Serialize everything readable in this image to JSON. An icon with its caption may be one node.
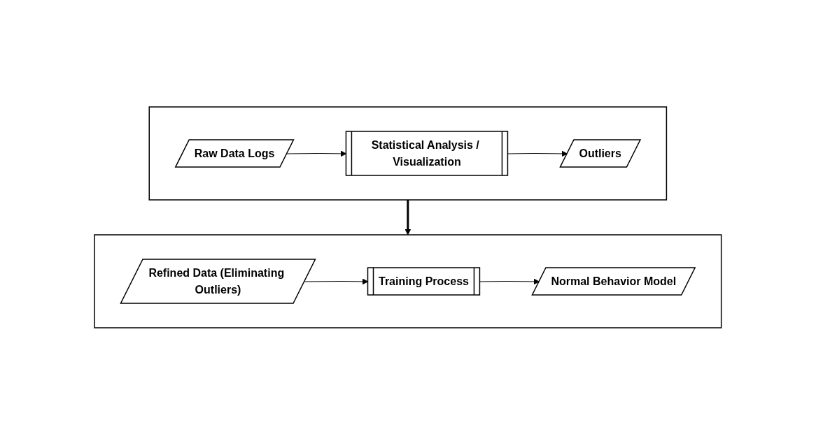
{
  "diagram": {
    "nodes": [
      {
        "text": [],
        "shape": "box"
      },
      {
        "text": [
          "Raw Data Logs"
        ],
        "in": 0
      },
      {
        "text": [
          "Statistical Analysis / Visualization"
        ],
        "in": 0
      },
      {
        "text": [
          "Outliers"
        ],
        "in": 0
      },
      {
        "text": [],
        "shape": "box"
      },
      {
        "text": [
          "Refined Data (Eliminating Outliers)"
        ],
        "in": 4
      },
      {
        "text": [
          "Training Process"
        ],
        "in": 4
      },
      {
        "text": [
          "Normal Behavior Model"
        ],
        "in": 4
      }
    ],
    "edges": [
      {
        "from": 1,
        "to": 2,
        "arrow": "to"
      },
      {
        "from": 2,
        "to": 3,
        "arrow": "to"
      },
      {
        "from": 0,
        "to": 4,
        "arrow": "to",
        "style": "thick"
      },
      {
        "from": 5,
        "to": 6,
        "arrow": "to"
      },
      {
        "from": 6,
        "to": 7,
        "arrow": "to"
      }
    ]
  }
}
